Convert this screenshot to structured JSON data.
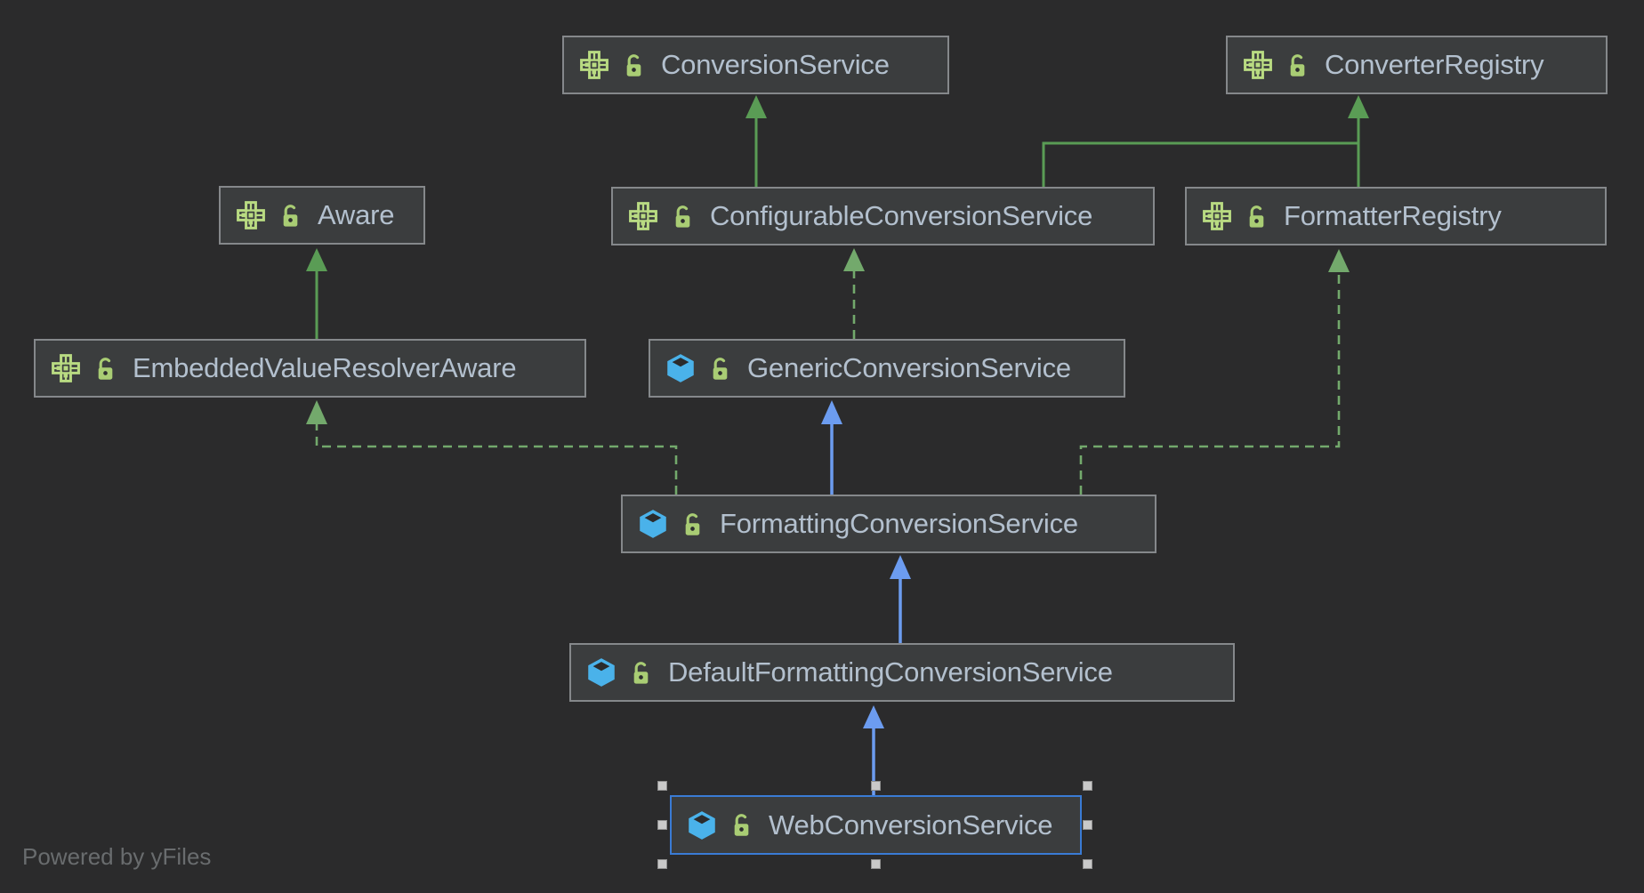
{
  "app": {
    "watermark": "Powered by yFiles"
  },
  "colors": {
    "background": "#2b2b2c",
    "node_fill": "#3b3d3e",
    "node_border": "#85888b",
    "node_text": "#b3c0ce",
    "interface_icon_green": "#b9db82",
    "lock_icon_green": "#a9cd74",
    "class_icon_blue": "#4ab2ea",
    "extends_interface_edge": "#5a9c55",
    "implements_edge": "#73a96c",
    "extends_class_edge": "#6c9cf0",
    "selection_border_blue": "#3a7bd5",
    "selection_handle_gray": "#c9c9c9",
    "watermark_text": "#696c6e"
  },
  "icons": {
    "interface": "interface-icon (green pixelated plus)",
    "class": "class-icon (blue 3d cube)",
    "lock": "lock-icon (green padlock)"
  },
  "diagram": {
    "nodes": [
      {
        "label": "ConversionService",
        "kind": "interface"
      },
      {
        "label": "ConverterRegistry",
        "kind": "interface"
      },
      {
        "label": "Aware",
        "kind": "interface"
      },
      {
        "label": "ConfigurableConversionService",
        "kind": "interface"
      },
      {
        "label": "FormatterRegistry",
        "kind": "interface"
      },
      {
        "label": "EmbeddedValueResolverAware",
        "kind": "interface"
      },
      {
        "label": "GenericConversionService",
        "kind": "class"
      },
      {
        "label": "FormattingConversionService",
        "kind": "class"
      },
      {
        "label": "DefaultFormattingConversionService",
        "kind": "class"
      },
      {
        "label": "WebConversionService",
        "kind": "class",
        "selected": true
      }
    ],
    "edges": [
      {
        "from": "ConfigurableConversionService",
        "to": "ConversionService",
        "relation": "extends",
        "style": "solid-green"
      },
      {
        "from": "ConfigurableConversionService",
        "to": "ConverterRegistry",
        "relation": "extends",
        "style": "solid-green"
      },
      {
        "from": "FormatterRegistry",
        "to": "ConverterRegistry",
        "relation": "extends",
        "style": "solid-green"
      },
      {
        "from": "EmbeddedValueResolverAware",
        "to": "Aware",
        "relation": "extends",
        "style": "solid-green"
      },
      {
        "from": "GenericConversionService",
        "to": "ConfigurableConversionService",
        "relation": "implements",
        "style": "dashed-green"
      },
      {
        "from": "FormattingConversionService",
        "to": "GenericConversionService",
        "relation": "extends",
        "style": "solid-blue"
      },
      {
        "from": "FormattingConversionService",
        "to": "EmbeddedValueResolverAware",
        "relation": "implements",
        "style": "dashed-green"
      },
      {
        "from": "FormattingConversionService",
        "to": "FormatterRegistry",
        "relation": "implements",
        "style": "dashed-green"
      },
      {
        "from": "DefaultFormattingConversionService",
        "to": "FormattingConversionService",
        "relation": "extends",
        "style": "solid-blue"
      },
      {
        "from": "WebConversionService",
        "to": "DefaultFormattingConversionService",
        "relation": "extends",
        "style": "solid-blue"
      }
    ]
  }
}
